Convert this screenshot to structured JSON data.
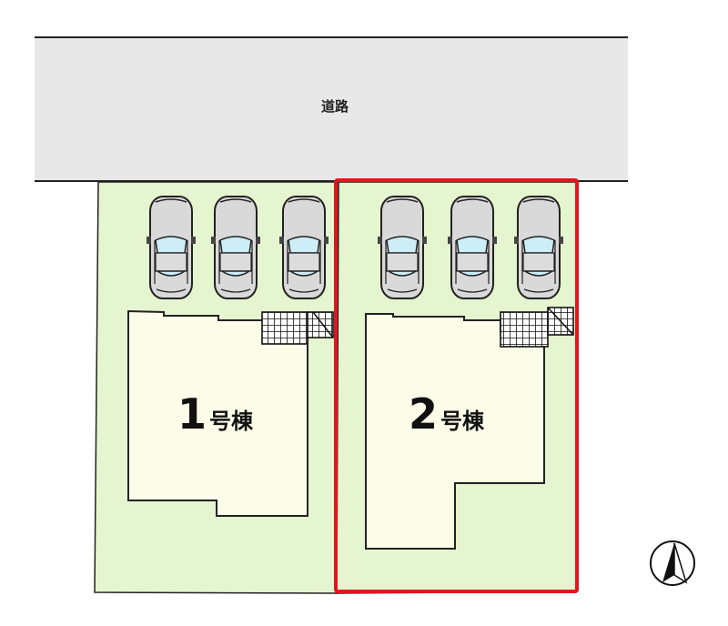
{
  "road": {
    "label": "道路"
  },
  "lots": [
    {
      "number": "1",
      "suffix": "号棟",
      "selected": false
    },
    {
      "number": "2",
      "suffix": "号棟",
      "selected": true
    }
  ],
  "parking_spaces_per_lot": 3,
  "north_arrow": {
    "icon": "north-arrow-icon"
  },
  "colors": {
    "road": "#e8e8e8",
    "lot": "#e4f5cf",
    "building": "#fbfde8",
    "highlight": "#e0161e",
    "car_body": "#d9d9d9",
    "car_glass": "#cdeef6"
  }
}
